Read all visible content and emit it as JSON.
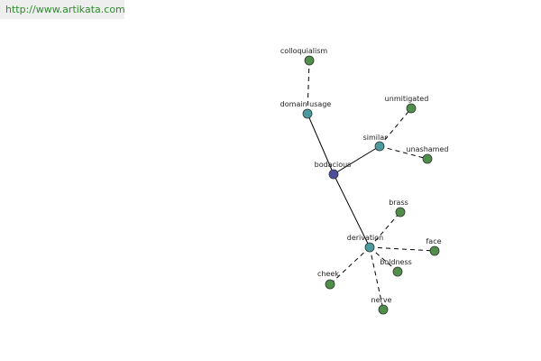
{
  "source": {
    "url_text": "http://www.artikata.com"
  },
  "colors": {
    "center_node": "#4b4f9e",
    "relation_node": "#4a9aa0",
    "leaf_node": "#4f8f4a",
    "edge": "#000000",
    "source_link": "#2e8b2e",
    "source_bar": "#eeeeee"
  },
  "graph": {
    "center": {
      "id": "bodacious",
      "label": "bodacious"
    },
    "relations": [
      {
        "id": "domain_usage",
        "label": "domain usage"
      },
      {
        "id": "similar",
        "label": "similar"
      },
      {
        "id": "derivation",
        "label": "derivation"
      }
    ],
    "leaves": [
      {
        "id": "colloquialism",
        "label": "colloquialism",
        "relation": "domain_usage"
      },
      {
        "id": "unmitigated",
        "label": "unmitigated",
        "relation": "similar"
      },
      {
        "id": "unashamed",
        "label": "unashamed",
        "relation": "similar"
      },
      {
        "id": "brass",
        "label": "brass",
        "relation": "derivation"
      },
      {
        "id": "face",
        "label": "face",
        "relation": "derivation"
      },
      {
        "id": "boldness",
        "label": "boldness",
        "relation": "derivation"
      },
      {
        "id": "cheek",
        "label": "cheek",
        "relation": "derivation"
      },
      {
        "id": "nerve",
        "label": "nerve",
        "relation": "derivation"
      }
    ]
  }
}
